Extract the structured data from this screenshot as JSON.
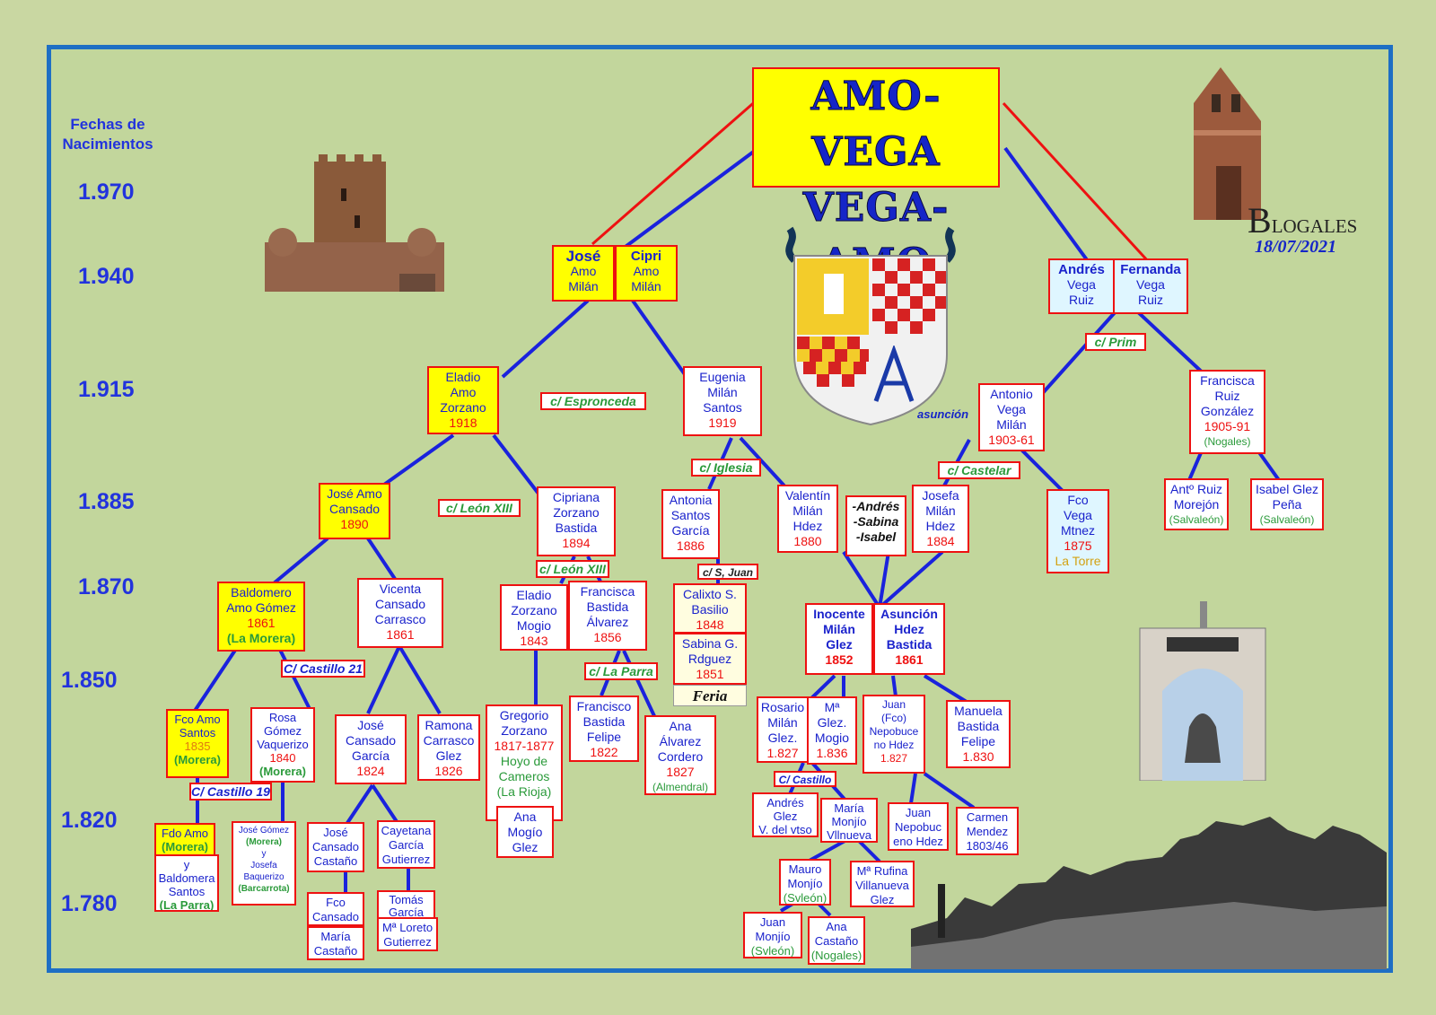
{
  "title": {
    "line1": "AMO-VEGA",
    "line2": "VEGA-AMO"
  },
  "axis": {
    "label": "Fechas de Nacimientos",
    "years": [
      "1.970",
      "1.940",
      "1.915",
      "1.885",
      "1.870",
      "1.850",
      "1.820",
      "1.780"
    ]
  },
  "blog": {
    "name_initial": "B",
    "name_rest": "LOGALES",
    "date": "18/07/2021"
  },
  "shield_caption": "asunción",
  "feria": "Feria",
  "people": {
    "jose": [
      "José",
      "Amo",
      "Milán"
    ],
    "cipri": [
      "Cipri",
      "Amo",
      "Milán"
    ],
    "andres": [
      "Andrés",
      "Vega",
      "Ruiz"
    ],
    "fernanda": [
      "Fernanda",
      "Vega",
      "Ruiz"
    ],
    "eladio_amo": {
      "name": [
        "Eladio",
        "Amo",
        "Zorzano"
      ],
      "year": "1918"
    },
    "eugenia": {
      "name": [
        "Eugenia",
        "Milán",
        "Santos"
      ],
      "year": "1919"
    },
    "antonio_vega": {
      "name": [
        "Antonio",
        "Vega",
        "Milán"
      ],
      "year": "1903-61"
    },
    "francisca_ruiz": {
      "name": [
        "Francisca",
        "Ruiz",
        "González"
      ],
      "year": "1905-91",
      "place": "(Nogales)"
    },
    "jose_amo_cansado": {
      "name": [
        "José Amo",
        "Cansado"
      ],
      "year": "1890"
    },
    "cipriana": {
      "name": [
        "Cipriana",
        "Zorzano",
        "Bastida"
      ],
      "year": "1894"
    },
    "antonia_santos": {
      "name": [
        "Antonia",
        "Santos",
        "García"
      ],
      "year": "1886"
    },
    "valentin": {
      "name": [
        "Valentín",
        "Milán",
        "Hdez"
      ],
      "year": "1880"
    },
    "andres_sabina_isabel": [
      "-Andrés",
      "-Sabina",
      "-Isabel"
    ],
    "josefa_milan": {
      "name": [
        "Josefa",
        "Milán",
        "Hdez"
      ],
      "year": "1884"
    },
    "fco_vega": {
      "name": [
        "Fco",
        "Vega",
        "Mtnez"
      ],
      "year": "1875",
      "place": "La Torre"
    },
    "ant_ruiz": {
      "name": [
        "Antº Ruiz",
        "Morejón"
      ],
      "place": "(Salvaleón)"
    },
    "isabel_glez": {
      "name": [
        "Isabel Glez",
        "Peña"
      ],
      "place": "(Salvaleón)"
    },
    "baldomero": {
      "name": [
        "Baldomero",
        "Amo Gómez"
      ],
      "year": "1861",
      "place": "(La Morera)"
    },
    "vicenta": {
      "name": [
        "Vicenta",
        "Cansado",
        "Carrasco"
      ],
      "year": "1861"
    },
    "eladio_zorzano": {
      "name": [
        "Eladio",
        "Zorzano",
        "Mogio"
      ],
      "year": "1843"
    },
    "francisca_bastida": {
      "name": [
        "Francisca",
        "Bastida",
        "Álvarez"
      ],
      "year": "1856"
    },
    "calixto": {
      "name": [
        "Calixto  S.",
        "Basilio"
      ],
      "year": "1848"
    },
    "sabina": {
      "name": [
        "Sabina  G.",
        "Rdguez"
      ],
      "year": "1851"
    },
    "inocente": {
      "name": [
        "Inocente",
        "Milán",
        "Glez"
      ],
      "year": "1852"
    },
    "asuncion": {
      "name": [
        "Asunción",
        "Hdez",
        "Bastida"
      ],
      "year": "1861"
    },
    "fco_amo": {
      "name": [
        "Fco Amo",
        "Santos"
      ],
      "year": "1835",
      "place": "(Morera)"
    },
    "rosa": {
      "name": [
        "Rosa",
        "Gómez",
        "Vaquerizo"
      ],
      "year": "1840",
      "place": "(Morera)"
    },
    "jose_cansado": {
      "name": [
        "José",
        "Cansado",
        "García"
      ],
      "year": "1824"
    },
    "ramona": {
      "name": [
        "Ramona",
        "Carrasco",
        "Glez"
      ],
      "year": "1826"
    },
    "gregorio": {
      "name": [
        "Gregorio",
        "Zorzano"
      ],
      "year": "1817-1877",
      "place": [
        "Hoyo de",
        "Cameros",
        "(La Rioja)"
      ]
    },
    "francisco_bastida": {
      "name": [
        "Francisco",
        "Bastida",
        "Felipe"
      ],
      "year": "1822"
    },
    "ana_alvarez": {
      "name": [
        "Ana",
        "Álvarez",
        "Cordero"
      ],
      "year": "1827",
      "place": "(Almendral)"
    },
    "rosario": {
      "name": [
        "Rosario",
        "Milán",
        "Glez."
      ],
      "year": "1.827"
    },
    "ma_glez": {
      "name": [
        "Mª",
        "Glez.",
        "Mogio"
      ],
      "year": "1.836"
    },
    "juan_fco": {
      "name": [
        "Juan",
        "(Fco)",
        "Nepobuce",
        "no Hdez"
      ],
      "year": "1.827"
    },
    "manuela": {
      "name": [
        "Manuela",
        "Bastida",
        "Felipe"
      ],
      "year": "1.830"
    },
    "fdo_amo": {
      "name": "Fdo Amo",
      "place1": "(Morera)",
      "y": "y",
      "name2": [
        "Baldomera",
        "Santos"
      ],
      "place2": "(La Parra)"
    },
    "jose_gomez": {
      "name": "José Gómez",
      "place1": "(Morera)",
      "y": "y",
      "name2": [
        "Josefa",
        "Baquerizo"
      ],
      "place2": "(Barcarrota)"
    },
    "jose_cansado_castano": [
      "José",
      "Cansado",
      "Castaño"
    ],
    "cayetana": [
      "Cayetana",
      "García",
      "Gutierrez"
    ],
    "ana_mogio": [
      "Ana",
      "Mogío",
      "Glez"
    ],
    "andres_glez": [
      "Andrés",
      "Glez",
      "V. del vtso"
    ],
    "maria_monjio": [
      "María",
      "Monjío",
      "Vllnueva"
    ],
    "juan_nepobuceno": [
      "Juan",
      "Nepobuc",
      "eno Hdez"
    ],
    "carmen": {
      "name": [
        "Carmen",
        "Mendez"
      ],
      "year": "1803/46"
    },
    "fco_cansado": [
      "Fco",
      "Cansado"
    ],
    "tomas": [
      "Tomás",
      "García"
    ],
    "maria_castano": [
      "María",
      "Castaño"
    ],
    "ma_loreto": [
      "Mª Loreto",
      "Gutierrez"
    ],
    "mauro": {
      "name": [
        "Mauro",
        "Monjío"
      ],
      "place": "(Svleón)"
    },
    "ma_rufina": [
      "Mª Rufina",
      "Villanueva",
      "Glez"
    ],
    "juan_monjio": {
      "name": [
        "Juan",
        "Monjío"
      ],
      "place": "(Svleón)"
    },
    "ana_castano": {
      "name": [
        "Ana",
        "Castaño"
      ],
      "place": "(Nogales)"
    }
  },
  "streets": {
    "espronceda": "c/ Espronceda",
    "leon13_a": "c/ León XIII",
    "leon13_b": "c/ León XIII",
    "iglesia": "c/ Iglesia",
    "castelar": "c/ Castelar",
    "prim": "c/ Prim",
    "san_juan": "c/  S, Juan",
    "castillo21": "C/ Castillo 21",
    "castillo19": "C/ Castillo 19",
    "la_parra": "c/ La Parra",
    "castillo": "C/ Castillo"
  },
  "colors": {
    "frame": "#1e6fc4",
    "blue_line": "#1a22dd",
    "red_line": "#ee1111",
    "yellow": "#ffff00",
    "background": "#c2d69c"
  }
}
